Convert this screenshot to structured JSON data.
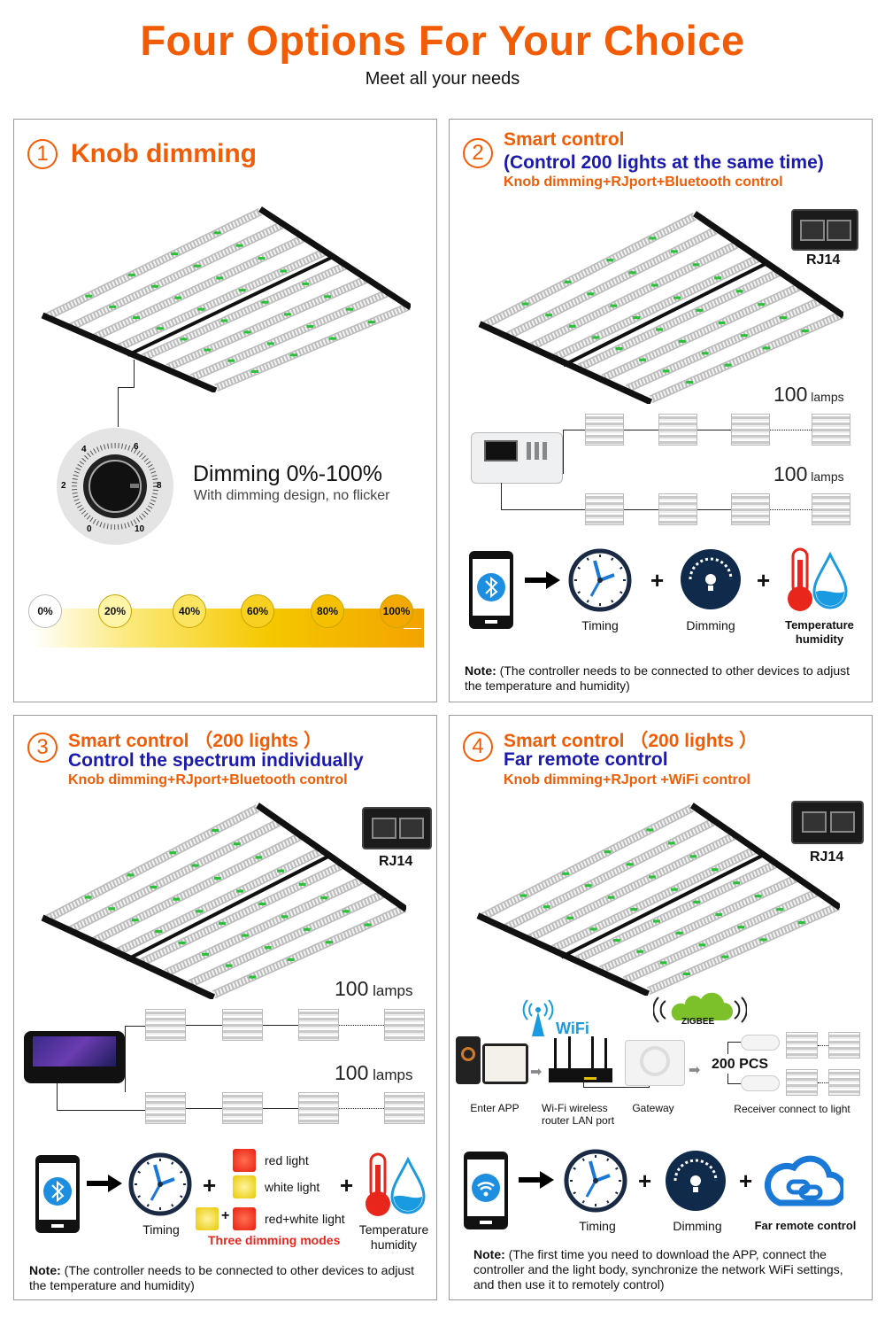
{
  "header": {
    "title": "Four Options For Your Choice",
    "subtitle": "Meet all your needs"
  },
  "colors": {
    "accent": "#f25c05",
    "blue": "#1a1ab0",
    "note_red": "#e8261b"
  },
  "panel1": {
    "number": "1",
    "title": "Knob dimming",
    "dimming_title": "Dimming 0%-100%",
    "dimming_sub": "With dimming design, no flicker",
    "knob_ticks": [
      "0",
      "2",
      "4",
      "6",
      "8",
      "10"
    ],
    "levels": [
      "0%",
      "20%",
      "40%",
      "60%",
      "80%",
      "100%"
    ]
  },
  "panel2": {
    "number": "2",
    "title": "Smart control",
    "subtitle": "(Control 200 lights at the same time)",
    "features": "Knob dimming+RJport+Bluetooth control",
    "rj_label": "RJ14",
    "lamps1_count": "100",
    "lamps2_count": "100",
    "lamps_unit": "lamps",
    "icons": [
      "Timing",
      "Dimming",
      "Temperature humidity"
    ],
    "note_label": "Note:",
    "note_text": "(The controller needs to be connected to other devices to adjust the temperature and humidity)"
  },
  "panel3": {
    "number": "3",
    "title": "Smart control （200 lights ）",
    "subtitle": "Control the spectrum individually",
    "features": "Knob dimming+RJport+Bluetooth control",
    "rj_label": "RJ14",
    "lamps1_count": "100",
    "lamps2_count": "100",
    "lamps_unit": "lamps",
    "timing": "Timing",
    "modes": [
      "red light",
      "white light",
      "red+white light"
    ],
    "modes_caption": "Three dimming modes",
    "temp": "Temperature humidity",
    "note_label": "Note:",
    "note_text": "(The controller needs to be connected to other devices to adjust the temperature and humidity)"
  },
  "panel4": {
    "number": "4",
    "title": "Smart control （200 lights ）",
    "subtitle": "Far remote control",
    "features": "Knob dimming+RJport +WiFi control",
    "rj_label": "RJ14",
    "wifi": "WiFi",
    "zigbee": "ZIGBEE",
    "pcs": "200 PCS",
    "steps": [
      "Enter APP",
      "Wi-Fi wireless router LAN port",
      "Gateway",
      "Receiver connect to light"
    ],
    "icons": [
      "Timing",
      "Dimming",
      "Far remote control"
    ],
    "note_label": "Note:",
    "note_text": "(The first time you need to download the APP, connect the controller and the light body, synchronize the network WiFi settings, and then use it to remotely control)"
  }
}
